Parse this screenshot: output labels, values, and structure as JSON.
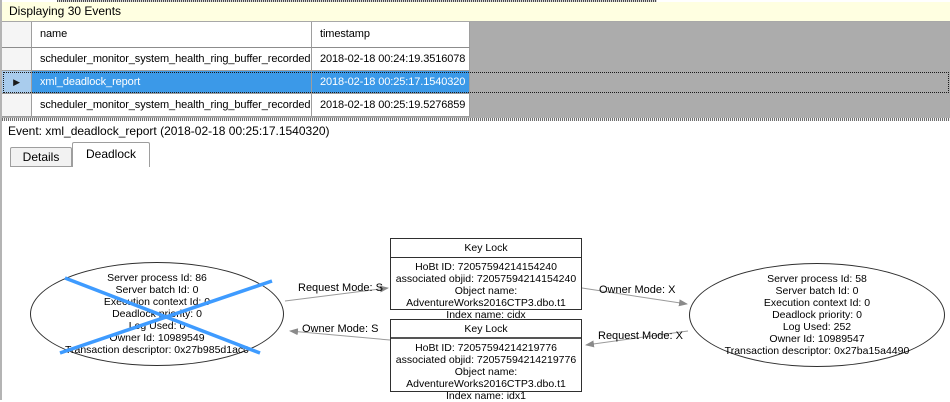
{
  "info_bar": {
    "text": "Displaying 30 Events"
  },
  "events_table": {
    "columns": {
      "name": "name",
      "timestamp": "timestamp"
    },
    "selector_arrow": "▶",
    "rows": [
      {
        "name": "scheduler_monitor_system_health_ring_buffer_recorded",
        "timestamp": "2018-02-18 00:24:19.3516078"
      },
      {
        "name": "xml_deadlock_report",
        "timestamp": "2018-02-18 00:25:17.1540320"
      },
      {
        "name": "scheduler_monitor_system_health_ring_buffer_recorded",
        "timestamp": "2018-02-18 00:25:19.5276859"
      }
    ],
    "selected_row_index": 1
  },
  "event_header": {
    "text": "Event: xml_deadlock_report (2018-02-18 00:25:17.1540320)"
  },
  "tabs": {
    "details": "Details",
    "deadlock": "Deadlock",
    "active_tab": "Deadlock"
  },
  "deadlock_graph": {
    "process_left": {
      "victim": true,
      "lines": [
        "Server process Id: 86",
        "Server batch Id: 0",
        "Execution context Id: 0",
        "Deadlock priority: 0",
        "Log Used: 0",
        "Owner Id: 10989549",
        "Transaction descriptor: 0x27b985d1ac0"
      ]
    },
    "process_right": {
      "victim": false,
      "lines": [
        "Server process Id: 58",
        "Server batch Id: 0",
        "Execution context Id: 0",
        "Deadlock priority: 0",
        "Log Used: 252",
        "Owner Id: 10989547",
        "Transaction descriptor: 0x27ba15a4490"
      ]
    },
    "resource_top": {
      "title": "Key Lock",
      "lines": [
        "HoBt ID: 72057594214154240",
        "associated objid: 72057594214154240",
        "Object name: AdventureWorks2016CTP3.dbo.t1",
        "Index name: cidx"
      ]
    },
    "resource_bottom": {
      "title": "Key Lock",
      "lines": [
        "HoBt ID: 72057594214219776",
        "associated objid: 72057594214219776",
        "Object name: AdventureWorks2016CTP3.dbo.t1",
        "Index name: idx1"
      ]
    },
    "edges": {
      "request_s": "Request Mode: S",
      "owner_s": "Owner Mode: S",
      "owner_x": "Owner Mode: X",
      "request_x": "Request Mode: X"
    }
  },
  "colors": {
    "selection_blue": "#3b99e8",
    "victim_cross_blue": "#3e9bff",
    "info_bar_bg": "#ffffe1",
    "grid_bg": "#acacac",
    "edge_gray": "#9a9a9a"
  }
}
